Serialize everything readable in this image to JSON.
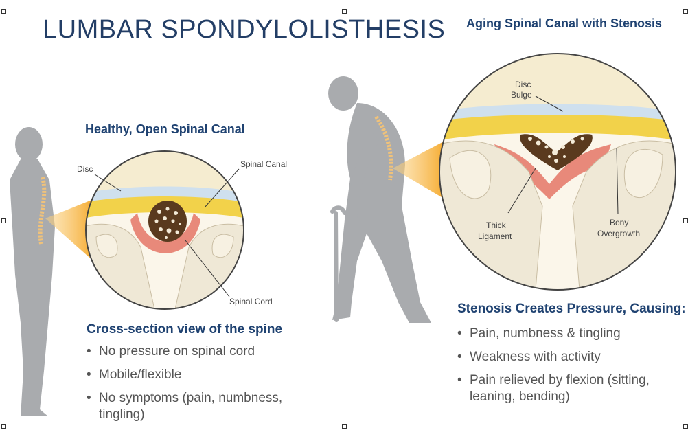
{
  "title": "LUMBAR SPONDYLOLISTHESIS",
  "left_panel": {
    "heading": "Healthy, Open Spinal Canal",
    "labels": {
      "disc": "Disc",
      "spinal_canal": "Spinal Canal",
      "spinal_cord": "Spinal Cord"
    },
    "caption": "Cross-section view of the spine",
    "bullets": [
      "No pressure on spinal cord",
      "Mobile/flexible",
      "No symptoms (pain, numbness, tingling)"
    ]
  },
  "right_panel": {
    "heading": "Aging Spinal Canal with Stenosis",
    "labels": {
      "disc_bulge_1": "Disc",
      "disc_bulge_2": "Bulge",
      "thick_ligament_1": "Thick",
      "thick_ligament_2": "Ligament",
      "bony_overgrowth_1": "Bony",
      "bony_overgrowth_2": "Overgrowth"
    },
    "caption": "Stenosis Creates Pressure, Causing:",
    "bullets": [
      "Pain, numbness & tingling",
      "Weakness with activity",
      "Pain relieved by flexion (sitting, leaning, bending)"
    ]
  },
  "colors": {
    "title": "#233e66",
    "heading": "#1f4271",
    "silhouette": "#a9abae",
    "disc": "#f5ecd0",
    "fat": "#f2d24a",
    "ligament": "#e8897a",
    "bone": "#efe8d6",
    "cord": "#5a3a1e",
    "highlight": "#f5a623"
  }
}
